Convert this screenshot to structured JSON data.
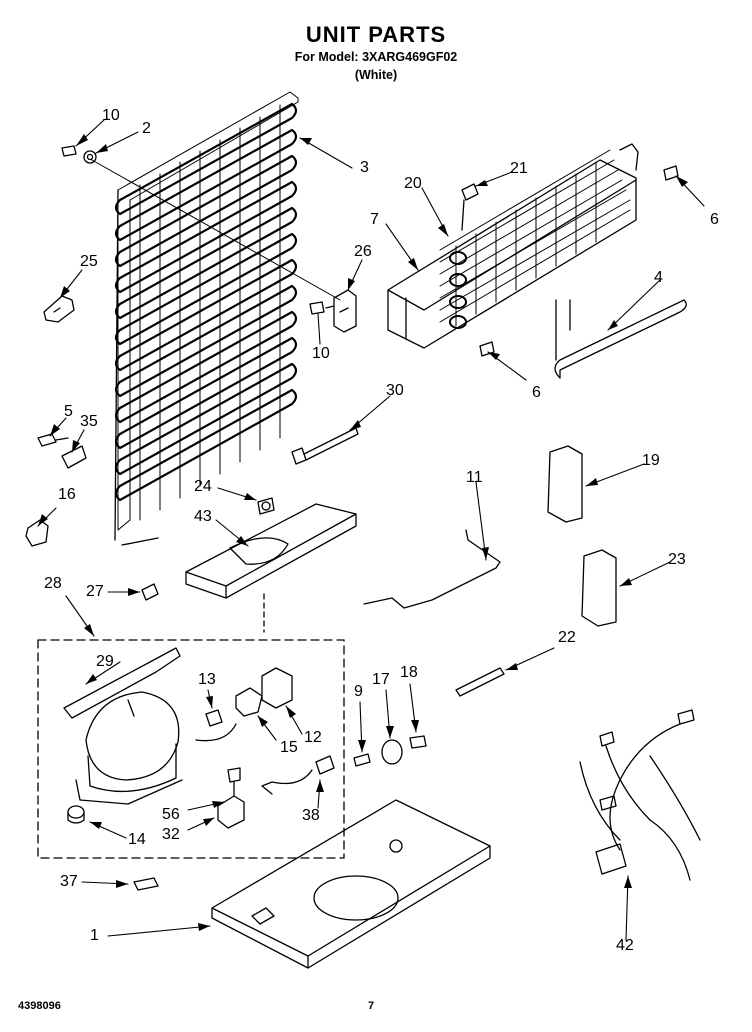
{
  "header": {
    "title": "UNIT PARTS",
    "model_line": "For Model: 3XARG469GF02",
    "color_line": "(White)"
  },
  "footer": {
    "doc_number": "4398096",
    "page_number": "7"
  },
  "callouts": {
    "c10a": "10",
    "c2": "2",
    "c3": "3",
    "c25": "25",
    "c26": "26",
    "c10b": "10",
    "c5": "5",
    "c35": "35",
    "c16": "16",
    "c24": "24",
    "c43": "43",
    "c28": "28",
    "c27": "27",
    "c29": "29",
    "c13": "13",
    "c15": "15",
    "c12": "12",
    "c56": "56",
    "c32": "32",
    "c38": "38",
    "c14": "14",
    "c37": "37",
    "c1": "1",
    "c20": "20",
    "c21": "21",
    "c7": "7",
    "c6a": "6",
    "c6b": "6",
    "c4": "4",
    "c30": "30",
    "c19": "19",
    "c11": "11",
    "c23": "23",
    "c22": "22",
    "c9": "9",
    "c17": "17",
    "c18": "18",
    "c42": "42"
  }
}
